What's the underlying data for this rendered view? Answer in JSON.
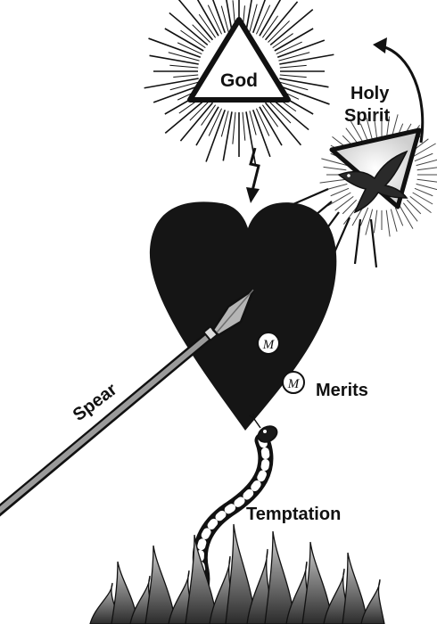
{
  "labels": {
    "god": "God",
    "holy_spirit_line1": "Holy",
    "holy_spirit_line2": "Spirit",
    "merits": "Merits",
    "spear": "Spear",
    "temptation": "Temptation",
    "merit_token": "M"
  },
  "colors": {
    "heart": "#151515",
    "ink": "#111111",
    "paper": "#ffffff",
    "flame_shadow": "#4a4a4a"
  }
}
